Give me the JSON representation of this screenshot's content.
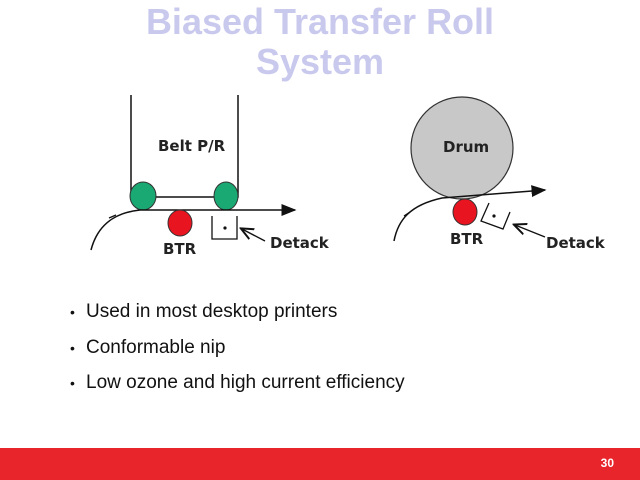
{
  "title": {
    "line1": "Biased Transfer Roll",
    "line2": "System"
  },
  "left_diagram": {
    "belt_label": "Belt P/R",
    "btr_label": "BTR",
    "detack_label": "Detack"
  },
  "right_diagram": {
    "drum_label": "Drum",
    "btr_label": "BTR",
    "detack_label": "Detack"
  },
  "bullets": [
    "Used in most desktop printers",
    "Conformable nip",
    "Low ozone and high current efficiency"
  ],
  "footer": {
    "page_number": "30"
  },
  "colors": {
    "title": "#c9c9ee",
    "green_roller": "#1aa873",
    "btr_roller": "#e8141f",
    "drum": "#c8c8c8",
    "footer": "#e8252b"
  }
}
